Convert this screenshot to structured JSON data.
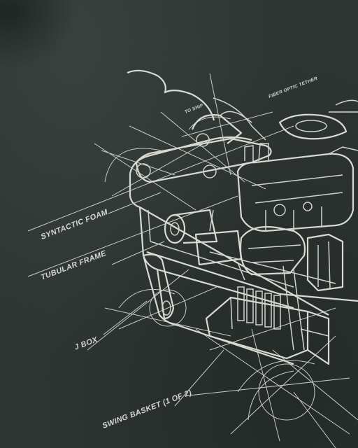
{
  "labels": {
    "syntactic_foam": "SYNTACTIC FOAM",
    "tubular_frame": "TUBULAR FRAME",
    "j_box": "J BOX",
    "swing_basket": "SWING BASKET (1 OF 2)",
    "to_ship": "TO SHIP",
    "fiber_optic_tether": "FIBER OPTIC TETHER"
  },
  "colors": {
    "fabric": "#2c3331",
    "ink": "#d4d6cf"
  }
}
